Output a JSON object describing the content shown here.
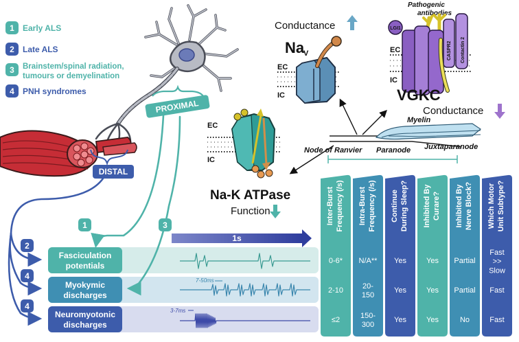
{
  "legend": [
    {
      "num": "1",
      "label": "Early ALS",
      "color": "#4fb3a9"
    },
    {
      "num": "2",
      "label": "Late ALS",
      "color": "#3d5cab"
    },
    {
      "num": "3",
      "label": "Brainstem/spinal radiation,",
      "label2": "tumours or demyelination",
      "color": "#4fb3a9"
    },
    {
      "num": "4",
      "label": "PNH syndromes",
      "color": "#3d5cab"
    }
  ],
  "labels": {
    "proximal": "PROXIMAL",
    "distal": "DISTAL",
    "ec": "EC",
    "ic": "IC",
    "conductance": "Conductance",
    "nav_main": "Na",
    "nav_sub": "V",
    "vgkc": "VGKC",
    "pathogenic1": "Pathogenic",
    "pathogenic2": "antibodies",
    "lgi1": "LGI1",
    "caspr2": "CASPR2",
    "contactin": "Contactin 2",
    "myelin": "Myelin",
    "node": "Node of Ranvier",
    "paranode": "Paranode",
    "juxtaparanode": "Juxtaparanode",
    "nak": "Na-K ATPase",
    "function": "Function",
    "timescale": "1s",
    "myokymic_interval": "7-50ms",
    "neuromyotonic_interval": "3-7ms",
    "arrow1": "1",
    "arrow2": "2",
    "arrow3": "3",
    "arrow4a": "4",
    "arrow4b": "4"
  },
  "table": {
    "rows": [
      {
        "name1": "Fasciculation",
        "name2": "potentials",
        "color": "#4fb3a9",
        "band": "#d6ecea"
      },
      {
        "name1": "Myokymic",
        "name2": "discharges",
        "color": "#3f8fb3",
        "band": "#d2e5ef"
      },
      {
        "name1": "Neuromyotonic",
        "name2": "discharges",
        "color": "#3d5cab",
        "band": "#d8dcef"
      }
    ],
    "columns": [
      {
        "header1": "Inter-Burst",
        "header2": "Frequency (/s)",
        "color": "#4fb3a9",
        "values": [
          "0-6*",
          "2-10",
          "≤2"
        ]
      },
      {
        "header1": "Intra-Burst",
        "header2": "Frequency (/s)",
        "color": "#3f8fb3",
        "values": [
          "N/A**",
          "20-\n150",
          "150-\n300"
        ]
      },
      {
        "header1": "Continue",
        "header2": "During Sleep?",
        "color": "#3d5cab",
        "values": [
          "Yes",
          "Yes",
          "Yes"
        ]
      },
      {
        "header1": "Inhibited By",
        "header2": "Curare?",
        "color": "#4fb3a9",
        "values": [
          "Yes",
          "Yes",
          "Yes"
        ]
      },
      {
        "header1": "Inhibited By",
        "header2": "Nerve Block?",
        "color": "#3f8fb3",
        "values": [
          "Partial",
          "Partial",
          "No"
        ]
      },
      {
        "header1": "Which Motor",
        "header2": "Unit Subtype?",
        "color": "#3d5cab",
        "values": [
          "Fast\n>>\nSlow",
          "Fast",
          "Fast"
        ]
      }
    ]
  }
}
